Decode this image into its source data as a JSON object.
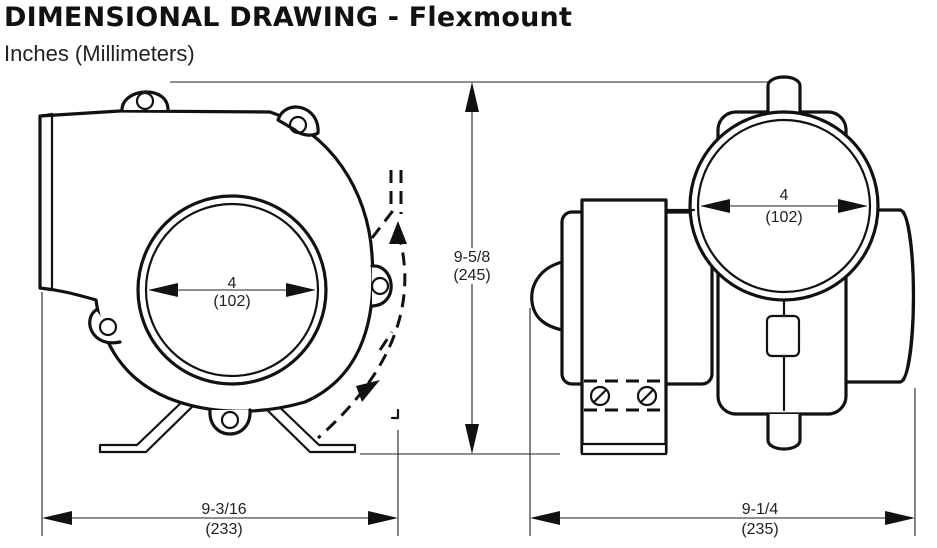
{
  "header": {
    "title": "DIMENSIONAL DRAWING - Flexmount",
    "subtitle": "Inches (Millimeters)"
  },
  "dimensions": {
    "side_outlet_diameter": {
      "imperial": "4",
      "metric": "(102)"
    },
    "front_outlet_diameter": {
      "imperial": "4",
      "metric": "(102)"
    },
    "height": {
      "imperial": "9-5/8",
      "metric": "(245)"
    },
    "side_width": {
      "imperial": "9-3/16",
      "metric": "(233)"
    },
    "front_width": {
      "imperial": "9-1/4",
      "metric": "(235)"
    }
  }
}
